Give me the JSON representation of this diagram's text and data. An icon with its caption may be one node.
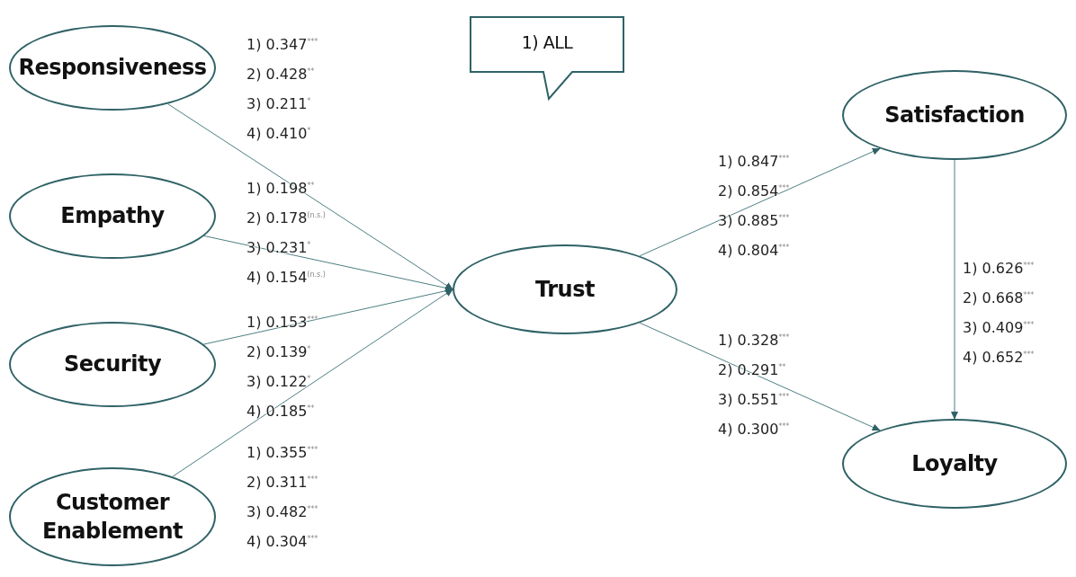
{
  "diagram": {
    "nodes": [
      {
        "text": [
          "Responsiveness"
        ]
      },
      {
        "text": [
          "Empathy"
        ]
      },
      {
        "text": [
          "Security"
        ]
      },
      {
        "text": [
          "Customer Enablement"
        ]
      },
      {
        "text": [
          "Trust"
        ]
      },
      {
        "text": [
          "Satisfaction"
        ]
      },
      {
        "text": [
          "Loyalty"
        ]
      },
      {
        "text": [
          "1) ALL"
        ]
      }
    ],
    "edges": [
      {
        "from": 0,
        "to": 4,
        "arrow": "to",
        "label": "1) 0.347$^{***}$ 2) 0.428$^{**}$ 3) 0.211$^{*}$ 4) 0.410$^{*}$"
      },
      {
        "from": 1,
        "to": 4,
        "arrow": "to",
        "label": "1) 0.198$^{**}$ 2) 0.178$^{(n.s.)}$ 3) 0.231$^{*}$ 4) 0.154$^{(n.s.)}$"
      },
      {
        "from": 2,
        "to": 4,
        "arrow": "to",
        "label": "1) 0.153$^{***}$ 2) 0.139$^{*}$ 3) 0.122$^{*}$ 4) 0.185$^{**}$"
      },
      {
        "from": 3,
        "to": 4,
        "arrow": "to",
        "label": "1) 0.355$^{***}$ 2) 0.311$^{***}$ 3) 0.482$^{***}$ 4) 0.304$^{***}$"
      },
      {
        "from": 4,
        "to": 5,
        "arrow": "to",
        "label": "1) 0.847$^{***}$ 2) 0.854$^{***}$ 3) 0.885$^{***}$ 4) 0.804$^{***}$"
      },
      {
        "from": 4,
        "to": 6,
        "arrow": "to",
        "label": "1) 0.328$^{***}$ 2) 0.291$^{**}$ 3) 0.551$^{***}$ 4) 0.300$^{***}$"
      },
      {
        "from": 5,
        "to": 6,
        "arrow": "to",
        "label": "1) 0.626$^{***}$ 2) 0.668$^{***}$ 3) 0.409$^{***}$ 4) 0.652$^{***}$"
      }
    ]
  }
}
